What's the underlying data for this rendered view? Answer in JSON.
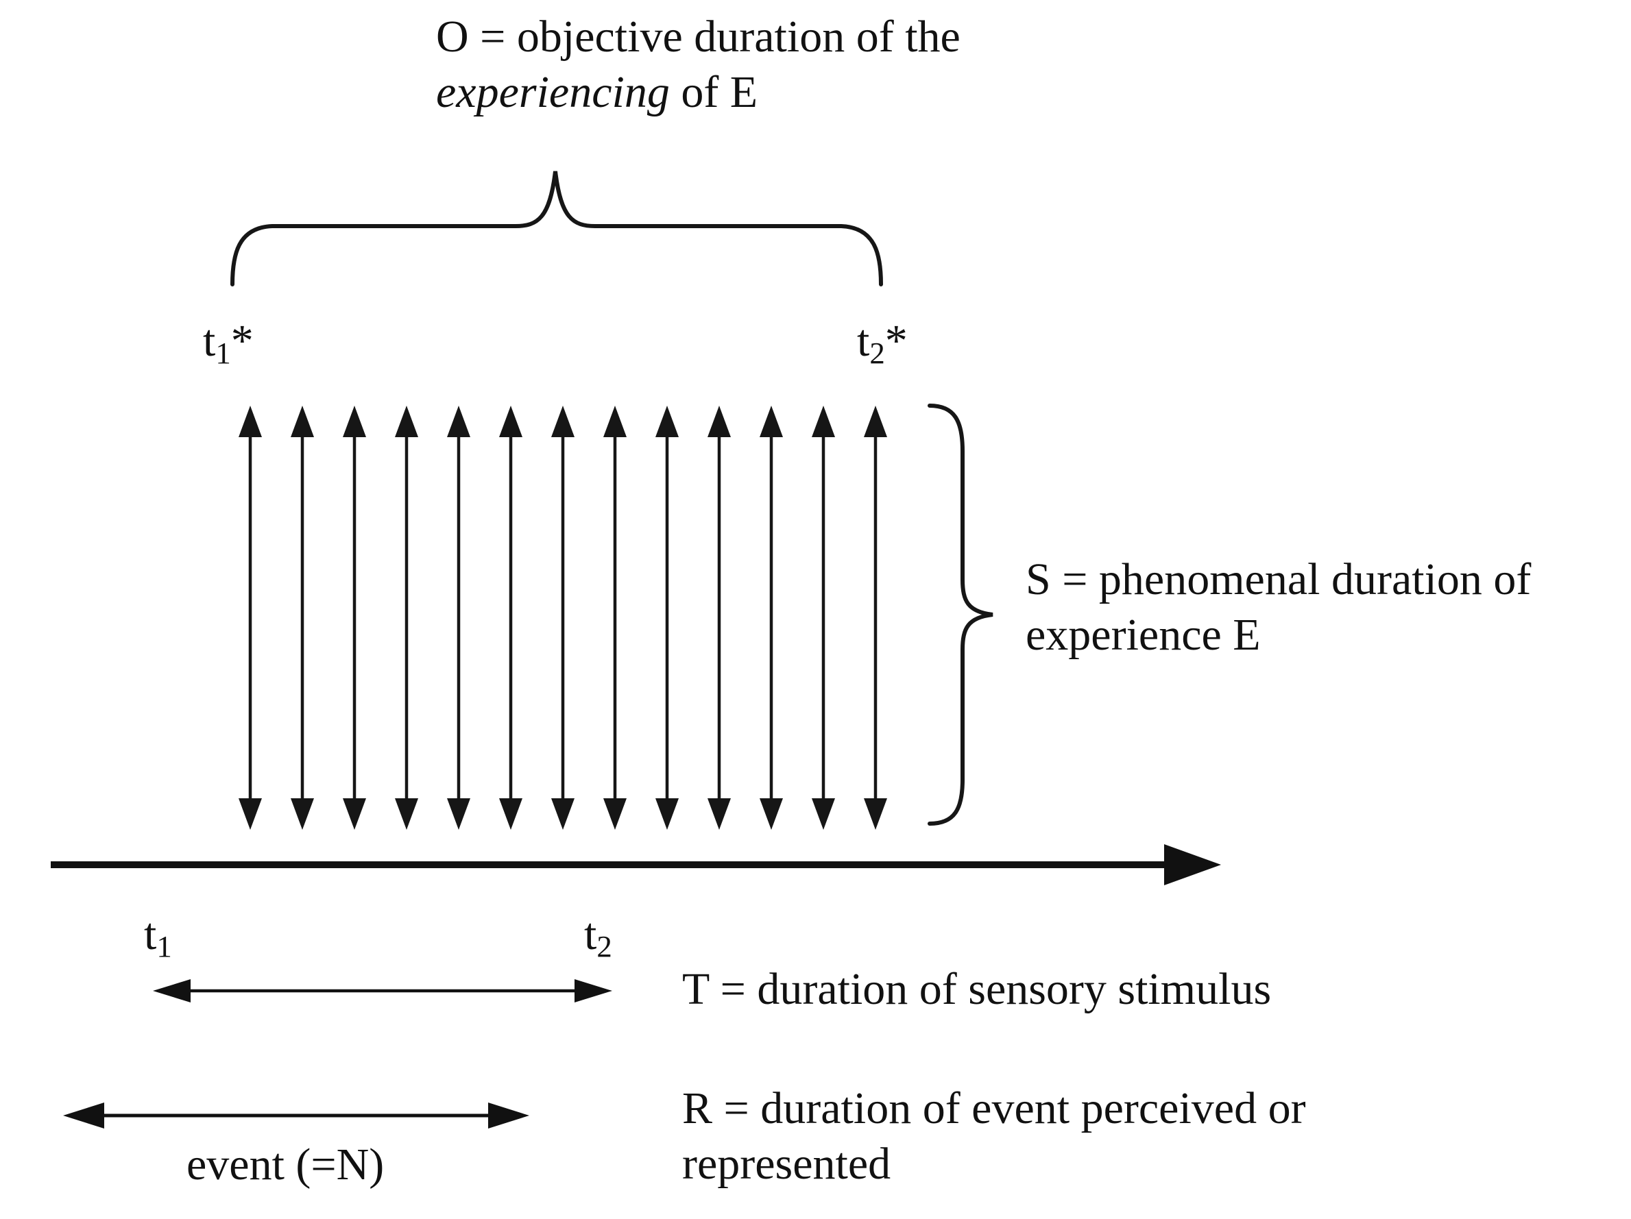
{
  "diagram": {
    "type": "time-consciousness-duration-diagram",
    "ink_color": "#161616",
    "arrow_count": 13
  },
  "labels": {
    "o_line1": "O = objective duration of the",
    "o_italic": "experiencing",
    "o_rest": " of E",
    "t1_star": {
      "base": "t",
      "sub": "1",
      "star": "*"
    },
    "t2_star": {
      "base": "t",
      "sub": "2",
      "star": "*"
    },
    "s_line1": "S = phenomenal duration of",
    "s_line2": "experience E",
    "t1": {
      "base": "t",
      "sub": "1"
    },
    "t2": {
      "base": "t",
      "sub": "2"
    },
    "t_duration": "T = duration of sensory stimulus",
    "r_line1": "R = duration of event perceived or",
    "r_line2": "represented",
    "event_label": "event (=N)"
  }
}
